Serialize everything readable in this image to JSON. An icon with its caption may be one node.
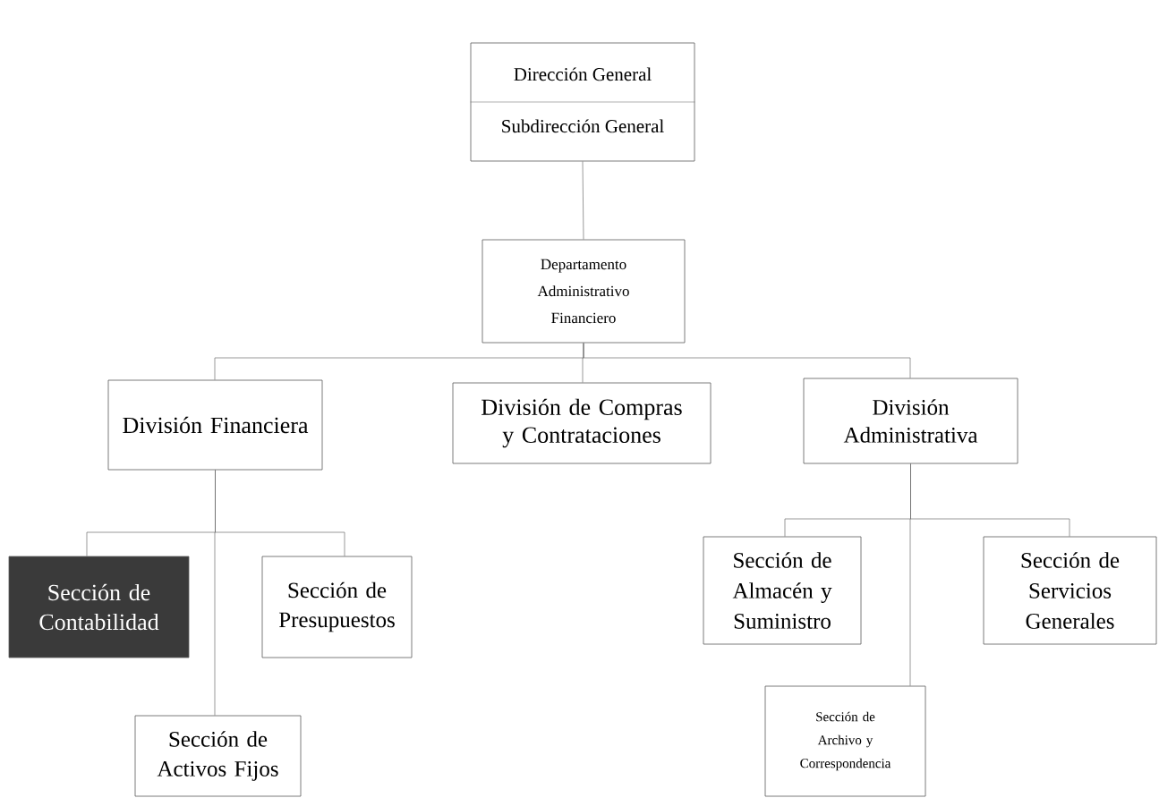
{
  "diagram": {
    "nodes": [
      {
        "text": [
          "Dirección General",
          "Subdirección General"
        ]
      },
      {
        "text": [
          "Departamento Administrativo Financiero"
        ]
      },
      {
        "text": [
          "División Financiera"
        ]
      },
      {
        "text": [
          "División de Compras y Contrataciones"
        ]
      },
      {
        "text": [
          "División Administrativa"
        ]
      },
      {
        "text": [
          "Sección de Contabilidad"
        ]
      },
      {
        "text": [
          "Sección de Presupuestos"
        ]
      },
      {
        "text": [
          "Sección de Activos Fijos"
        ]
      },
      {
        "text": [
          "Sección de Almacén y Suministro"
        ]
      },
      {
        "text": [
          "Sección de Servicios Generales"
        ]
      },
      {
        "text": [
          "Sección de Archivo y Correspondencia"
        ]
      }
    ],
    "edges": [
      {
        "from": 0,
        "to": 1,
        "arrow": "none"
      },
      {
        "from": 1,
        "to": 2,
        "arrow": "none"
      },
      {
        "from": 1,
        "to": 3,
        "arrow": "none"
      },
      {
        "from": 1,
        "to": 4,
        "arrow": "none"
      },
      {
        "from": 2,
        "to": 5,
        "arrow": "none"
      },
      {
        "from": 2,
        "to": 6,
        "arrow": "none"
      },
      {
        "from": 2,
        "to": 7,
        "arrow": "none"
      },
      {
        "from": 4,
        "to": 8,
        "arrow": "none"
      },
      {
        "from": 4,
        "to": 9,
        "arrow": "none"
      },
      {
        "from": 4,
        "to": 10,
        "arrow": "none"
      }
    ]
  }
}
